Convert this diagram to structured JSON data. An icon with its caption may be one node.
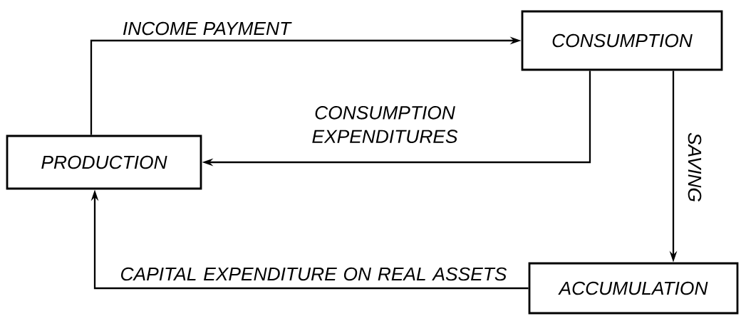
{
  "diagram": {
    "nodes": [
      {
        "text": [
          "PRODUCTION"
        ]
      },
      {
        "text": [
          "CONSUMPTION"
        ]
      },
      {
        "text": [
          "ACCUMULATION"
        ]
      }
    ],
    "edges": [
      {
        "from": 0,
        "to": 1,
        "arrow": "to",
        "label": "INCOME PAYMENT"
      },
      {
        "from": 1,
        "to": 0,
        "arrow": "to",
        "label": "CONSUMPTION EXPENDITURES"
      },
      {
        "from": 1,
        "to": 2,
        "arrow": "to",
        "label": "SAVING"
      },
      {
        "from": 2,
        "to": 0,
        "arrow": "to",
        "label": "CAPITAL EXPENDITURE ON REAL ASSETS"
      }
    ]
  }
}
